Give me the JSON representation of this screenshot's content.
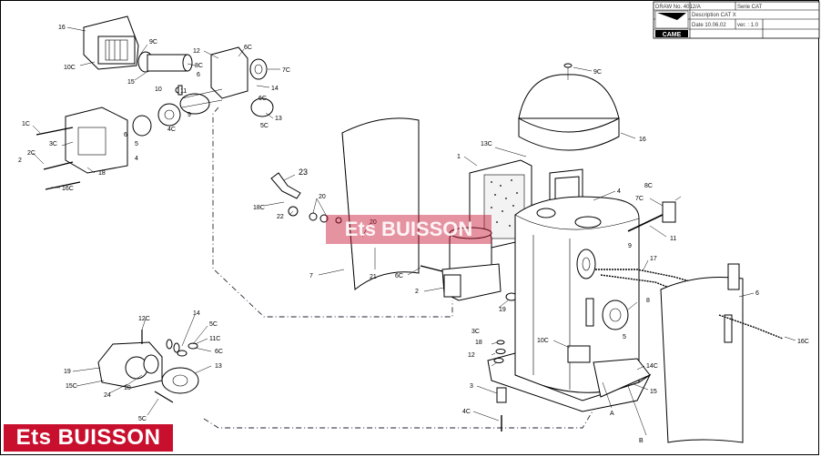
{
  "title_block": {
    "draw_no": "DRAW No. 4012/A",
    "serie": "Serie CAT",
    "description": "Description CAT X",
    "date": "Date 10.06.02",
    "ver": "ver. : 1.0",
    "brand": "CAME"
  },
  "logo_text": "Ets BUISSON",
  "watermark_text": "Ets BUISSON",
  "labels": {
    "l16a": "16",
    "l9c_a": "9C",
    "l10c_a": "10C",
    "l15": "15",
    "l8c_a": "8C",
    "l10": "10",
    "l11": "11",
    "l12a": "12",
    "l6c_a": "6C",
    "l7c_a": "7C",
    "l14a": "14",
    "l6c_b": "6C",
    "l13a": "13",
    "l5c_a": "5C",
    "l1c": "1C",
    "l3c_a": "3C",
    "l5": "5",
    "l4c_a": "4C",
    "l9": "9",
    "l6": "6",
    "l4": "4",
    "l2c": "2C",
    "l2": "2",
    "l18a": "18",
    "l16c_a": "16C",
    "l23": "23",
    "l18c": "18C",
    "l22": "22",
    "l20a": "20",
    "l20b": "20",
    "l21": "21",
    "l7": "7",
    "l6c_c": "6C",
    "l2b": "2",
    "l19a": "19",
    "l13c": "13C",
    "l1": "1",
    "l9c_b": "9C",
    "l16b": "16",
    "l4b": "4",
    "l8c_b": "8C",
    "l7c_b": "7C",
    "l11b": "11",
    "l9b": "9",
    "l17": "17",
    "l8": "8",
    "l6b": "6",
    "l16c_b": "16C",
    "l5b": "5",
    "l10c_b": "10C",
    "l3c_b": "3C",
    "l18b": "18",
    "l12b": "12",
    "l14c": "14C",
    "l15b": "15",
    "l3": "3",
    "l4c_b": "4C",
    "lA": "A",
    "lB": "B",
    "l12c": "12C",
    "l14b": "14",
    "l5c_b": "5C",
    "l11c": "11C",
    "l6c_d": "6C",
    "l19b": "19",
    "l15c": "15C",
    "l24": "24",
    "l10b": "10",
    "l13b": "13",
    "l5c_c": "5C"
  }
}
